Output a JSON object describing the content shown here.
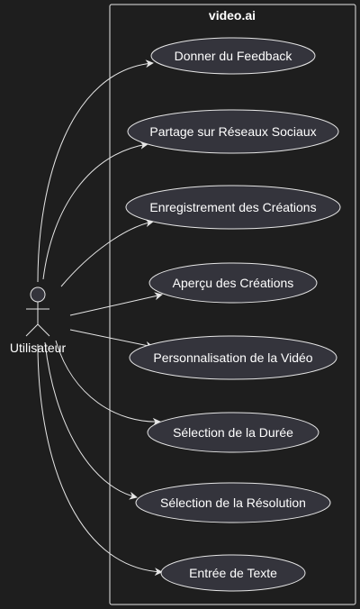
{
  "system": {
    "title": "video.ai"
  },
  "actor": {
    "name": "Utilisateur"
  },
  "use_cases": [
    "Donner du Feedback",
    "Partage sur Réseaux Sociaux",
    "Enregistrement des Créations",
    "Aperçu des Créations",
    "Personnalisation de la Vidéo",
    "Sélection de la Durée",
    "Sélection de la Résolution",
    "Entrée de Texte"
  ],
  "colors": {
    "background": "#1e1e1e",
    "usecase_fill": "#34343c",
    "stroke": "#e6e6e6",
    "text": "#ffffff"
  }
}
